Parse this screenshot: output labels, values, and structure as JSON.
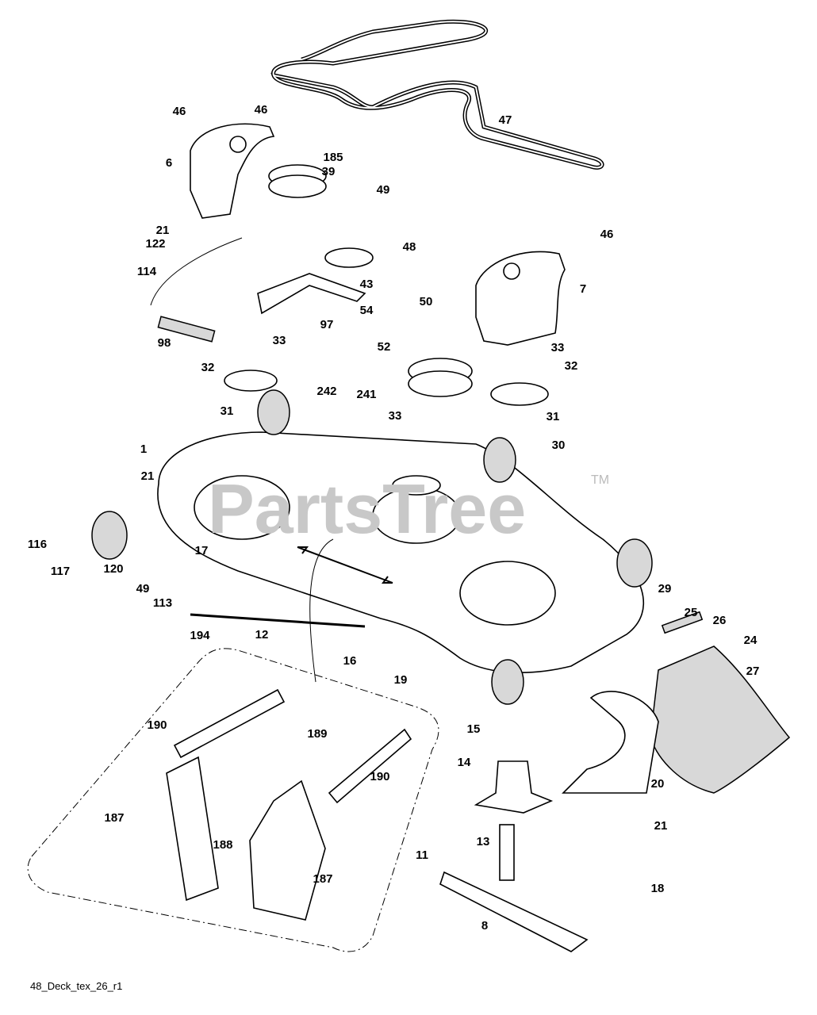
{
  "watermark": {
    "text": "PartsTree",
    "tm": "TM"
  },
  "footer": "48_Deck_tex_26_r1",
  "callouts": [
    "46",
    "46",
    "6",
    "185",
    "39",
    "47",
    "49",
    "48",
    "21",
    "122",
    "114",
    "43",
    "46",
    "7",
    "50",
    "54",
    "98",
    "97",
    "33",
    "33",
    "32",
    "52",
    "32",
    "31",
    "242",
    "241",
    "33",
    "31",
    "1",
    "30",
    "21",
    "116",
    "17",
    "117",
    "120",
    "49",
    "113",
    "29",
    "25",
    "26",
    "24",
    "194",
    "12",
    "16",
    "19",
    "27",
    "190",
    "189",
    "15",
    "14",
    "190",
    "20",
    "187",
    "21",
    "188",
    "13",
    "11",
    "187",
    "18",
    "8"
  ]
}
